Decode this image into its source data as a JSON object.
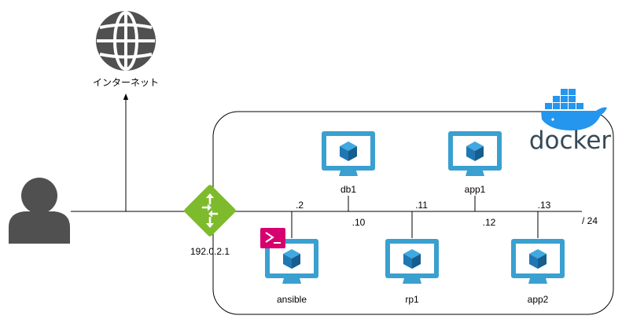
{
  "labels": {
    "internet": "インターネット",
    "router_ip": "192.0.2.1",
    "docker": "docker",
    "subnet": "/ 24"
  },
  "nodes": [
    {
      "id": "db1",
      "label": "db1",
      "addr": ".10"
    },
    {
      "id": "app1",
      "label": "app1",
      "addr": ".12"
    },
    {
      "id": "ansible",
      "label": "ansible",
      "addr": ".2"
    },
    {
      "id": "rp1",
      "label": "rp1",
      "addr": ".11"
    },
    {
      "id": "app2",
      "label": "app2",
      "addr": ".13"
    }
  ],
  "colors": {
    "monitor": "#3aa0d0",
    "screen": "#ffffff",
    "cube": "#1f78b4",
    "router": "#7dbb2d",
    "terminal": "#d6006e",
    "user": "#505050",
    "globe": "#505050",
    "docker_blue": "#2496ed",
    "docker_text": "#364a57"
  },
  "icons": {
    "user": "user-icon",
    "globe": "globe-icon",
    "router": "router-icon",
    "terminal": "terminal-icon",
    "docker": "docker-whale-icon",
    "vm": "vm-monitor-icon"
  }
}
